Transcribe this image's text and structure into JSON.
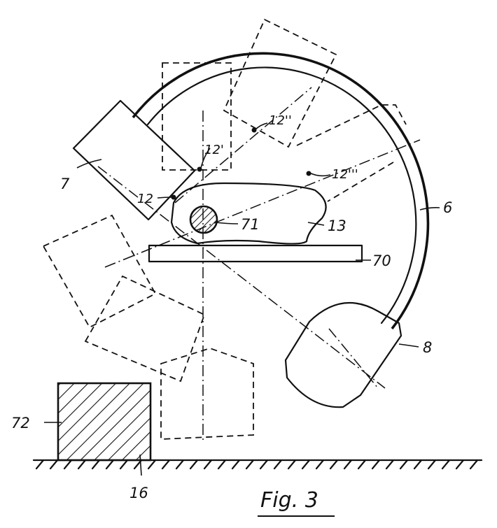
{
  "labels": {
    "l6": "6",
    "l7": "7",
    "l8": "8",
    "l12": "12",
    "l12a": "12'",
    "l12b": "12''",
    "l12c": "12'''",
    "l13": "13",
    "l16": "16",
    "l70": "70",
    "l71": "71",
    "l72": "72"
  },
  "caption": "Fig. 3"
}
